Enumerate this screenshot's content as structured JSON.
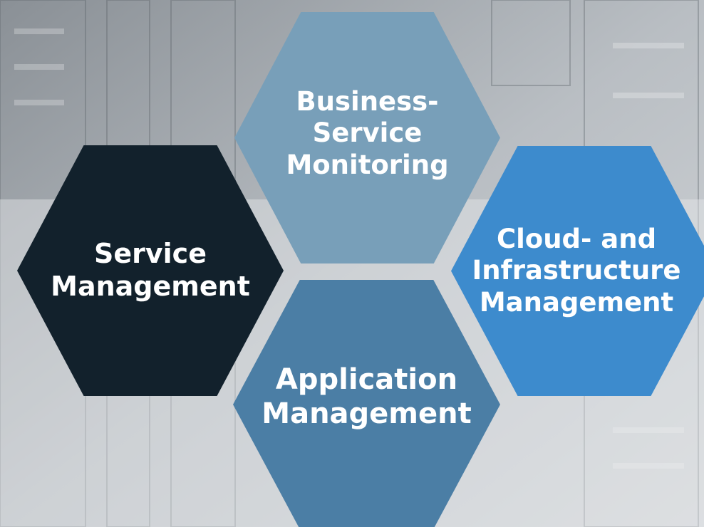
{
  "colors": {
    "background": "#c9cdd1",
    "service": "#12212c",
    "business": "#789fb9",
    "cloud": "#3d8bcd",
    "application": "#4b7ea5"
  },
  "hexagons": {
    "service": {
      "lines": [
        "Service",
        "Management"
      ]
    },
    "business": {
      "lines": [
        "Business-",
        "Service",
        "Monitoring"
      ]
    },
    "cloud": {
      "lines": [
        "Cloud- and",
        "Infrastructure",
        "Management"
      ]
    },
    "application": {
      "lines": [
        "Application",
        "Management"
      ]
    }
  }
}
